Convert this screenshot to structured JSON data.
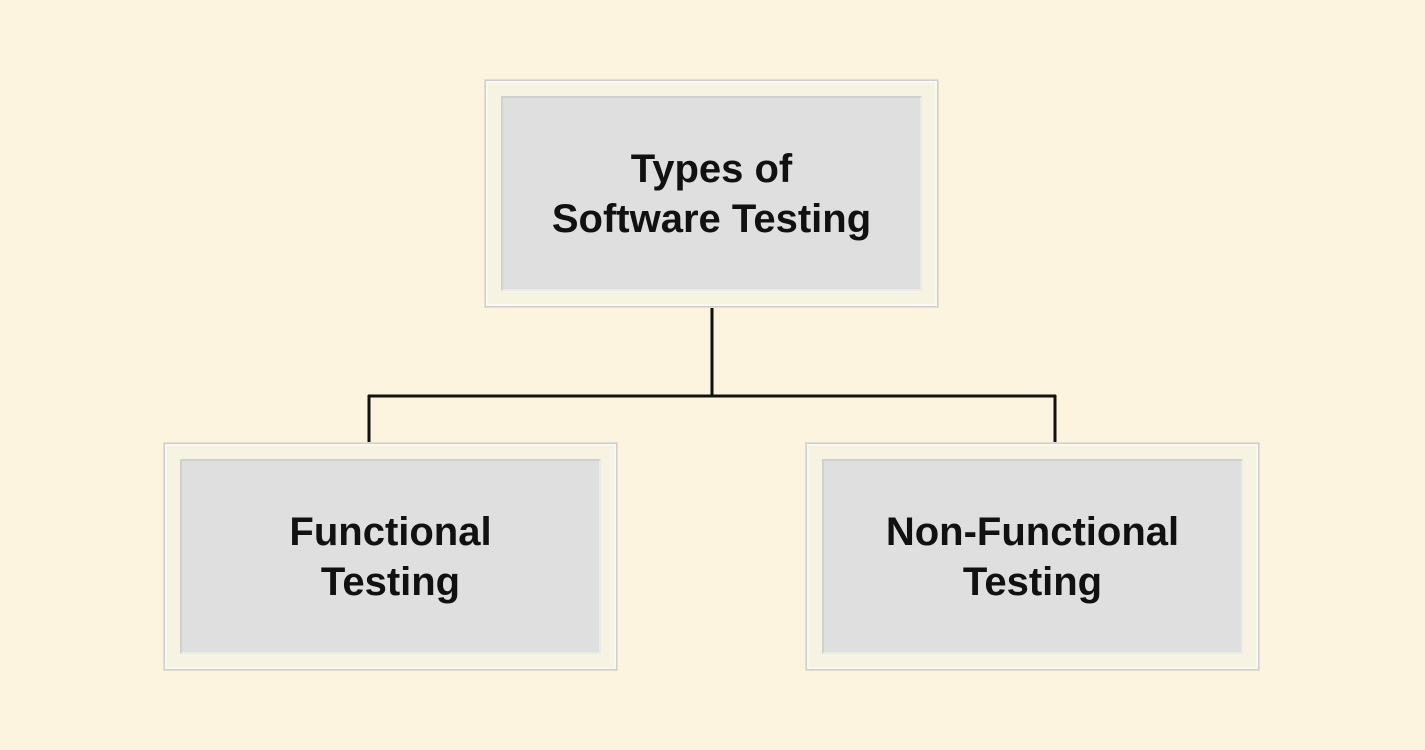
{
  "diagram": {
    "background_color": "#fdf4df",
    "node_fill_color": "#dfdfdf",
    "connector_color": "#111111",
    "nodes": {
      "root": {
        "lines": [
          "Types of",
          "Software Testing"
        ]
      },
      "functional": {
        "lines": [
          "Functional",
          "Testing"
        ]
      },
      "non_functional": {
        "lines": [
          "Non-Functional",
          "Testing"
        ]
      }
    },
    "edges": [
      {
        "from": "root",
        "to": "functional"
      },
      {
        "from": "root",
        "to": "non_functional"
      }
    ]
  }
}
